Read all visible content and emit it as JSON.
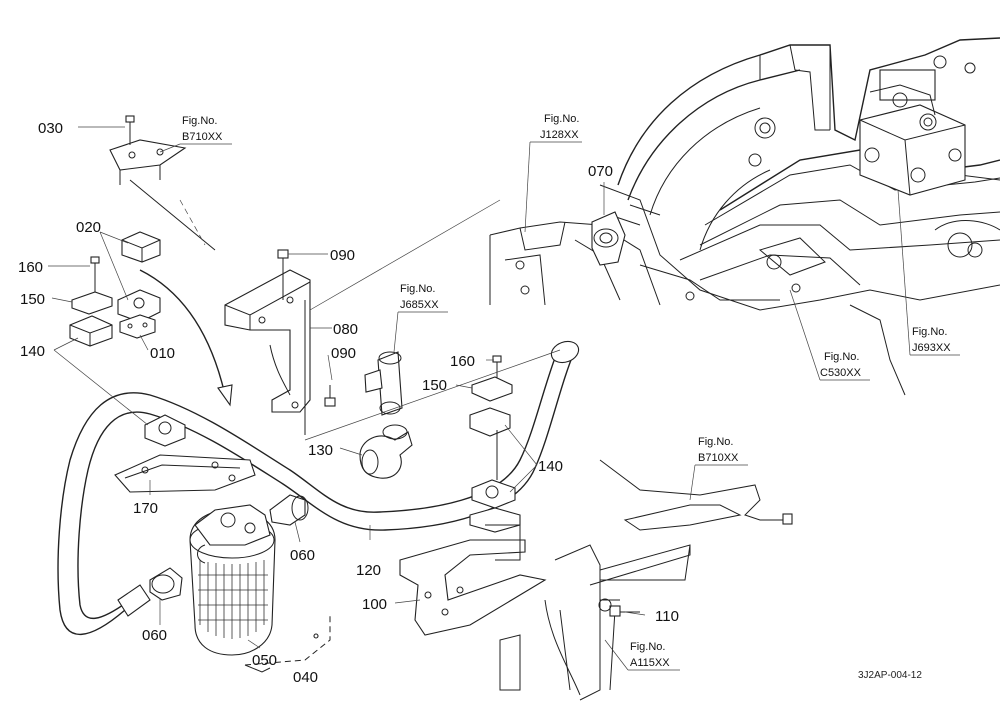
{
  "callouts": [
    {
      "id": "030",
      "text": "030"
    },
    {
      "id": "020",
      "text": "020"
    },
    {
      "id": "160a",
      "text": "160"
    },
    {
      "id": "150a",
      "text": "150"
    },
    {
      "id": "140a",
      "text": "140"
    },
    {
      "id": "010",
      "text": "010"
    },
    {
      "id": "090a",
      "text": "090"
    },
    {
      "id": "080",
      "text": "080"
    },
    {
      "id": "090b",
      "text": "090"
    },
    {
      "id": "130",
      "text": "130"
    },
    {
      "id": "070",
      "text": "070"
    },
    {
      "id": "160b",
      "text": "160"
    },
    {
      "id": "150b",
      "text": "150"
    },
    {
      "id": "140b",
      "text": "140"
    },
    {
      "id": "170",
      "text": "170"
    },
    {
      "id": "060a",
      "text": "060"
    },
    {
      "id": "120",
      "text": "120"
    },
    {
      "id": "060b",
      "text": "060"
    },
    {
      "id": "050",
      "text": "050"
    },
    {
      "id": "040",
      "text": "040"
    },
    {
      "id": "100",
      "text": "100"
    },
    {
      "id": "110",
      "text": "110"
    }
  ],
  "figure_refs": [
    {
      "id": "b710a",
      "line1": "Fig.No.",
      "line2": "B710XX"
    },
    {
      "id": "j128",
      "line1": "Fig.No.",
      "line2": "J128XX"
    },
    {
      "id": "j685",
      "line1": "Fig.No.",
      "line2": "J685XX"
    },
    {
      "id": "j693",
      "line1": "Fig.No.",
      "line2": "J693XX"
    },
    {
      "id": "c530",
      "line1": "Fig.No.",
      "line2": "C530XX"
    },
    {
      "id": "b710b",
      "line1": "Fig.No.",
      "line2": "B710XX"
    },
    {
      "id": "a115",
      "line1": "Fig.No.",
      "line2": "A115XX"
    }
  ],
  "diagram_ref": "3J2AP-004-12"
}
